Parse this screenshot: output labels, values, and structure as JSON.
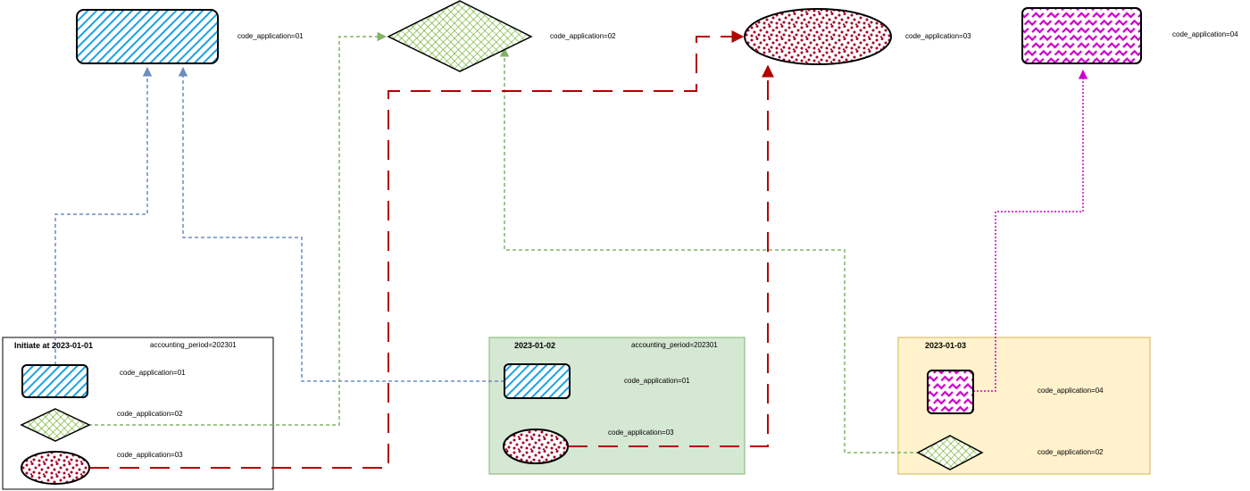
{
  "targets": {
    "app01": {
      "label": "code_application=01"
    },
    "app02": {
      "label": "code_application=02"
    },
    "app03": {
      "label": "code_application=03"
    },
    "app04": {
      "label": "code_application=04"
    }
  },
  "groups": [
    {
      "title": "Initiate at 2023-01-01",
      "period": "accounting_period=202301",
      "items": [
        {
          "label": "code_application=01"
        },
        {
          "label": "code_application=02"
        },
        {
          "label": "code_application=03"
        }
      ]
    },
    {
      "title": "2023-01-02",
      "period": "accounting_period=202301",
      "items": [
        {
          "label": "code_application=01"
        },
        {
          "label": "code_application=03"
        }
      ]
    },
    {
      "title": "2023-01-03",
      "items": [
        {
          "label": "code_application=04"
        },
        {
          "label": "code_application=02"
        }
      ]
    }
  ],
  "colors": {
    "app01_fill": "#1ba1e2",
    "app01_edge": "#6c8ebf",
    "app02_fill": "#60a917",
    "app02_edge": "#82b366",
    "app03_fill": "#a20025",
    "app03_edge": "#b20000",
    "app04_fill": "#cc00cc",
    "app04_edge": "#cc00cc",
    "group2_bg": "#d5e8d4",
    "group2_border": "#82b366",
    "group3_bg": "#fff2cc",
    "group3_border": "#d6b656"
  }
}
